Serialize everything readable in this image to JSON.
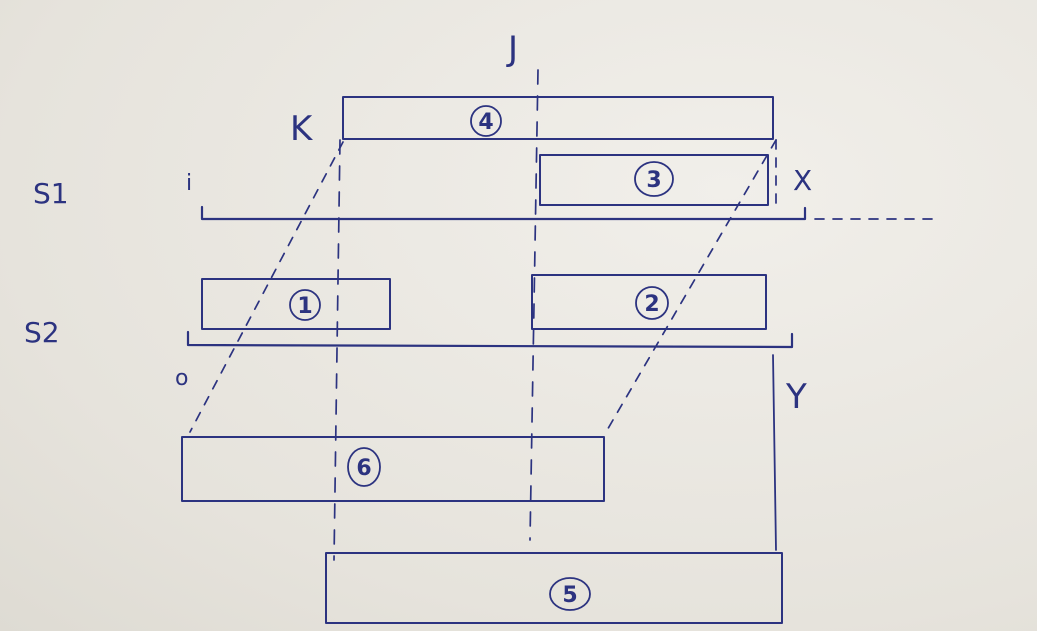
{
  "labels": {
    "s1": "S1",
    "s2": "S2",
    "j": "J",
    "k": "K",
    "x": "X",
    "y": "Y",
    "i": "i",
    "o": "o"
  },
  "intervals": {
    "one": "1",
    "two": "2",
    "three": "3",
    "four": "4",
    "five": "5",
    "six": "6"
  },
  "colors": {
    "ink": "#2c3380",
    "paper": "#ebe9e3"
  }
}
